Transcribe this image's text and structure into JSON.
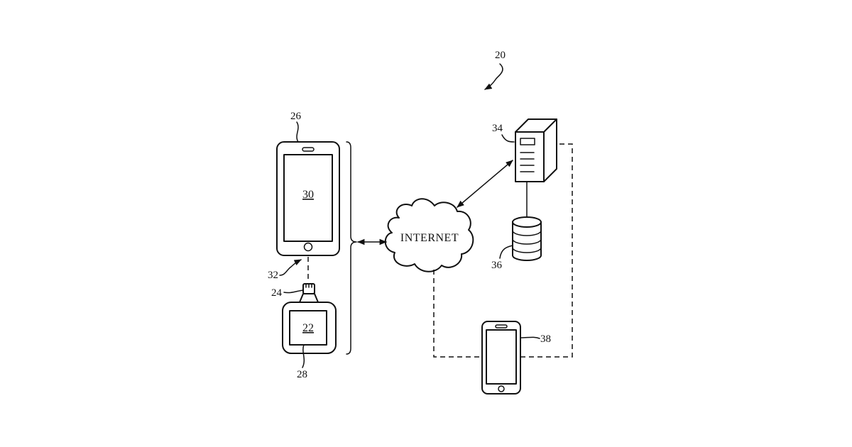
{
  "figure": {
    "ref_numbers": {
      "system": "20",
      "sensor": "22",
      "connector": "24",
      "phone": "26",
      "sensor_housing": "28",
      "phone_screen": "30",
      "link": "32",
      "server": "34",
      "database": "36",
      "remote_device": "38"
    },
    "cloud_label": "INTERNET"
  }
}
